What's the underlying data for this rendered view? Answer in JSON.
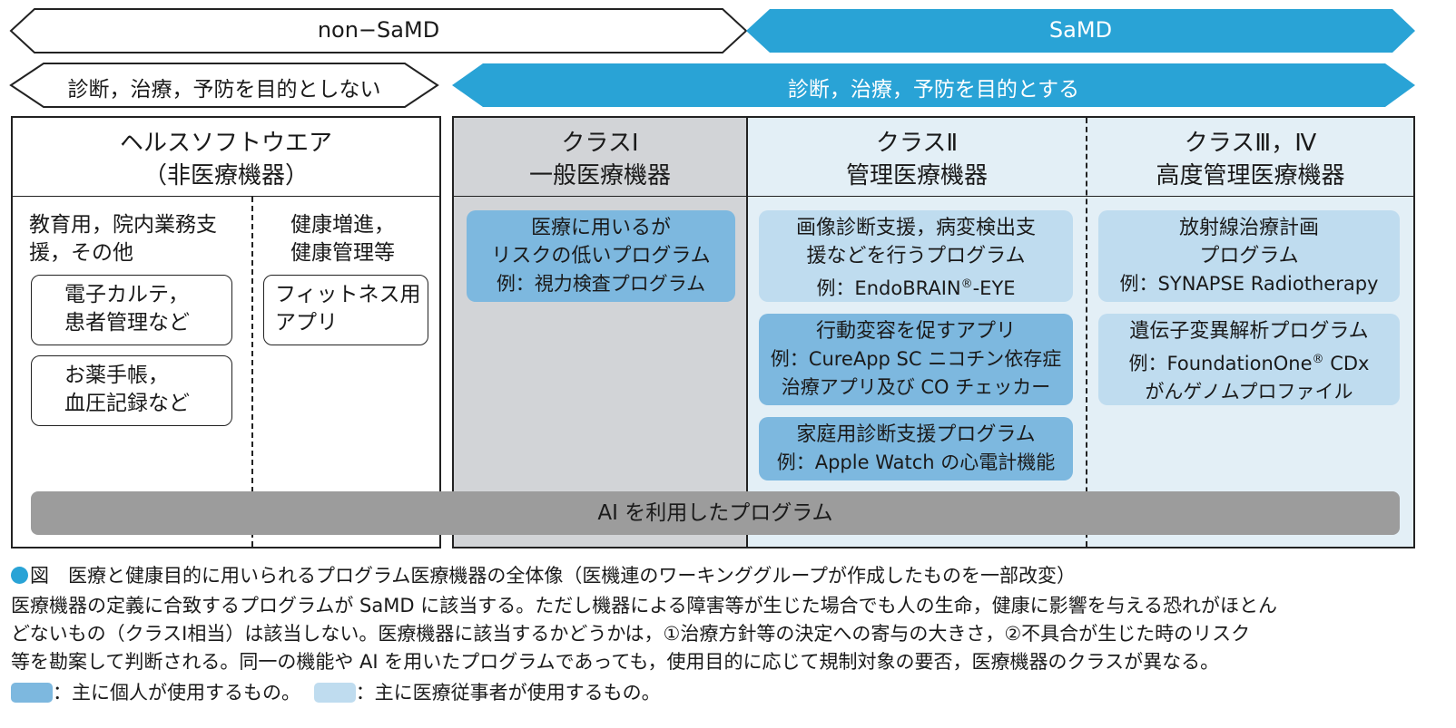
{
  "arrows": {
    "non_samd": "non−SaMD",
    "samd": "SaMD",
    "not_purpose": "診断，治療，予防を目的としない",
    "purpose": "診断，治療，予防を目的とする"
  },
  "health_software": {
    "title_line1": "ヘルスソフトウエア",
    "title_line2": "（非医療機器）",
    "col1_heading_line1": "教育用，院内業務支",
    "col1_heading_line2": "援，その他",
    "col1_boxes": [
      {
        "line1": "電子カルテ，",
        "line2": "患者管理など"
      },
      {
        "line1": "お薬手帳，",
        "line2": "血圧記録など"
      }
    ],
    "col2_heading_line1": "健康増進，",
    "col2_heading_line2": "健康管理等",
    "col2_box": {
      "line1": "フィットネス用",
      "line2": "アプリ"
    }
  },
  "class1": {
    "title_line1": "クラスⅠ",
    "title_line2": "一般医療機器",
    "items": [
      {
        "line1": "医療に用いるが",
        "line2": "リスクの低いプログラム",
        "line3": "例：視力検査プログラム"
      }
    ]
  },
  "class2": {
    "title_line1": "クラスⅡ",
    "title_line2": "管理医療機器",
    "items": [
      {
        "line1": "画像診断支援，病変検出支",
        "line2": "援などを行うプログラム",
        "line3": "例：EndoBRAIN",
        "sup": "®",
        "line3_tail": "-EYE"
      },
      {
        "line1": "行動変容を促すアプリ",
        "line2": "例：CureApp SC ニコチン依存症",
        "line3": "治療アプリ及び CO チェッカー"
      },
      {
        "line1": "家庭用診断支援プログラム",
        "line2": "例：Apple Watch の心電計機能"
      }
    ]
  },
  "class34": {
    "title_line1": "クラスⅢ，Ⅳ",
    "title_line2": "高度管理医療機器",
    "items": [
      {
        "line1": "放射線治療計画",
        "line2": "プログラム",
        "line3": "例：SYNAPSE Radiotherapy"
      },
      {
        "line1": "遺伝子変異解析プログラム",
        "line2": "例：FoundationOne",
        "sup": "®",
        "line2_tail": " CDx",
        "line3": "がんゲノムプロファイル"
      }
    ]
  },
  "ai_bar": "AI を利用したプログラム",
  "caption": {
    "title": "図　医療と健康目的に用いられるプログラム医療機器の全体像（医機連のワーキンググループが作成したものを一部改変）",
    "lines": [
      "医療機器の定義に合致するプログラムが SaMD に該当する。ただし機器による障害等が生じた場合でも人の生命，健康に影響を与える恐れがほとん",
      "どないもの（クラスⅠ相当）は該当しない。医療機器に該当するかどうかは，①治療方針等の決定への寄与の大きさ，②不具合が生じた時のリスク",
      "等を勘案して判断される。同一の機能や AI を用いたプログラムであっても，使用目的に応じて規制対象の要否，医療機器のクラスが異なる。"
    ],
    "legend_dark": "：主に個人が使用するもの。",
    "legend_light": "：主に医療従事者が使用するもの。"
  },
  "colors": {
    "samd_blue": "#29a3d6",
    "pill_dark": "#7db8df",
    "pill_light": "#bfdcef",
    "class1_bg": "#d2d4d7",
    "class23_bg": "#e3eff6",
    "ai_bar": "#9c9c9c",
    "bullet": "#29a3d6"
  }
}
